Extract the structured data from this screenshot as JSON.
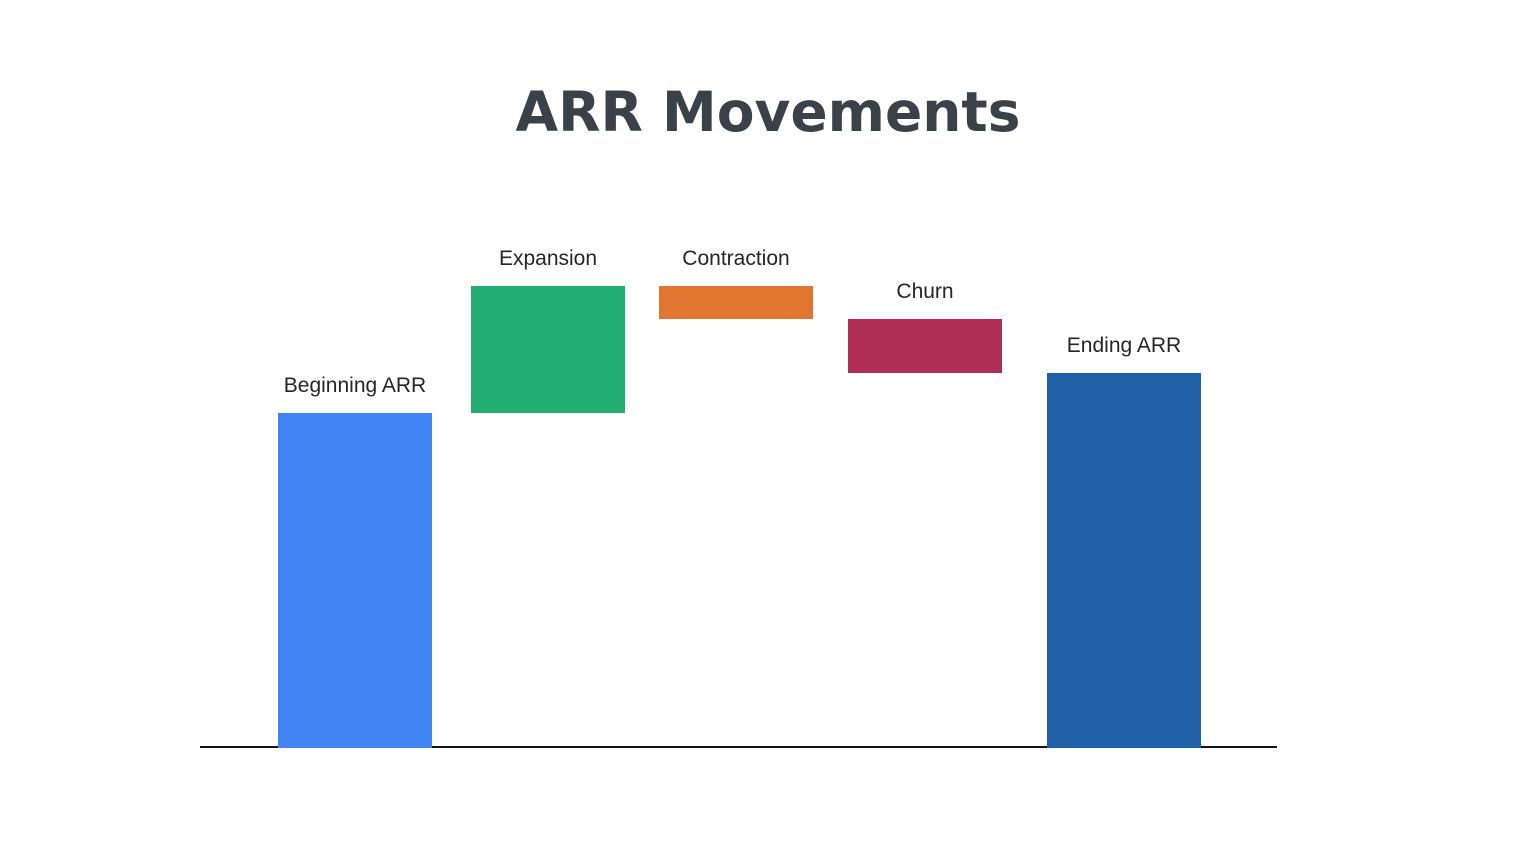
{
  "page": {
    "background": "#ffffff"
  },
  "chart_data": {
    "type": "bar",
    "subtype": "waterfall",
    "title": "ARR Movements",
    "categories": [
      "Beginning ARR",
      "Expansion",
      "Contraction",
      "Churn",
      "Ending ARR"
    ],
    "values": [
      100,
      38,
      -10,
      -16,
      112
    ],
    "measures": [
      "absolute",
      "relative",
      "relative",
      "relative",
      "total"
    ],
    "bar_colors": [
      "#4184f4",
      "#21ac70",
      "#e0762f",
      "#b02d58",
      "#2060a8"
    ],
    "title_color": "#3a4149",
    "label_color": "#262626",
    "axis_color": "#141414",
    "xlabel": "",
    "ylabel": "",
    "value_labels_shown": false,
    "axis_tick_labels_shown": false,
    "grid": false,
    "legend": "none",
    "note": "No numeric axis is shown; values are estimated from relative bar heights with Beginning ARR normalized to 100."
  }
}
